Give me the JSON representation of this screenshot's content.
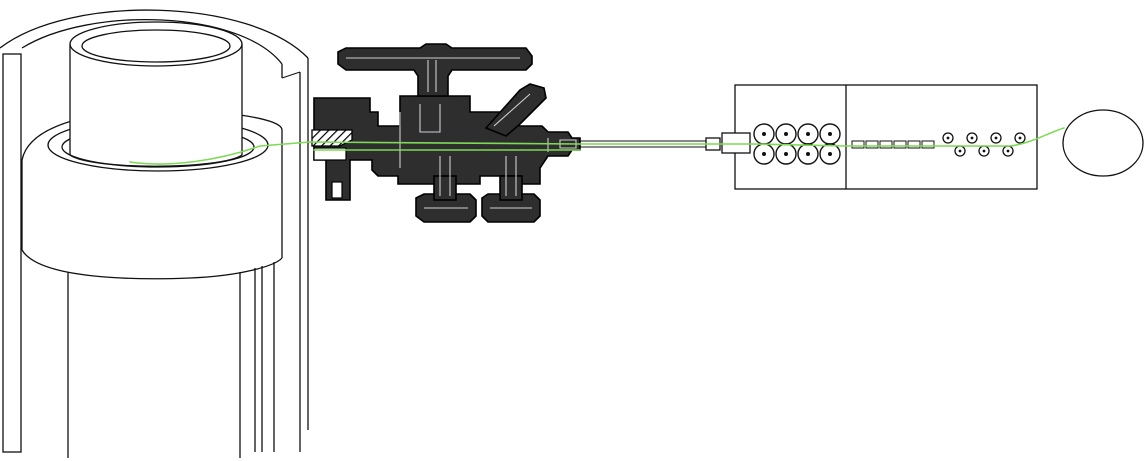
{
  "diagram": {
    "colors": {
      "line": "#111111",
      "valve_body": "#2e2e2e",
      "valve_highlight": "#cfcfcf",
      "fiber": "#7ed957",
      "hatch": "#000000",
      "background": "#ffffff"
    },
    "components": [
      {
        "id": "cylinder-vessel",
        "kind": "outline"
      },
      {
        "id": "valve-assembly",
        "kind": "dark-fill"
      },
      {
        "id": "winder-unit",
        "kind": "box",
        "left_section": "rollers",
        "right_section": "pulleys"
      },
      {
        "id": "fiber-spool",
        "kind": "ellipse"
      },
      {
        "id": "fiber-path",
        "kind": "line"
      }
    ],
    "roller_count": 8,
    "pulley_count": 7
  }
}
